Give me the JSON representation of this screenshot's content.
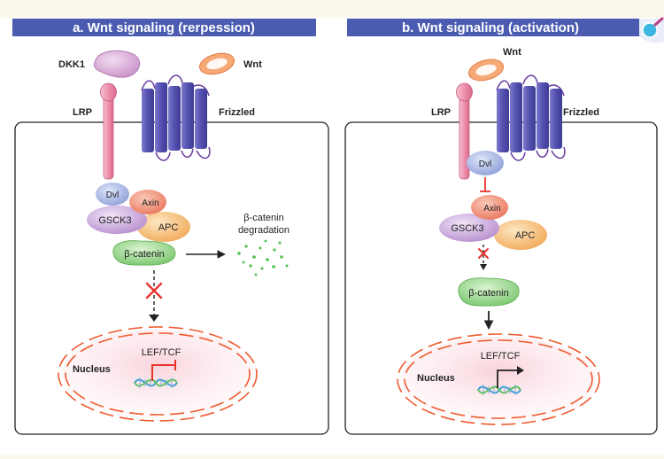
{
  "panel_a": {
    "title": "a. Wnt signaling (rerpession)",
    "dkk1": "DKK1",
    "wnt": "Wnt",
    "lrp": "LRP",
    "frizzled": "Frizzled",
    "dvl": "Dvl",
    "axin": "Axin",
    "gsck3": "GSCK3",
    "apc": "APC",
    "bcatenin": "β-catenin",
    "degradation_line1": "β-catenin",
    "degradation_line2": "degradation",
    "lef_tcf": "LEF/TCF",
    "nucleus": "Nucleus"
  },
  "panel_b": {
    "title": "b. Wnt signaling (activation)",
    "wnt": "Wnt",
    "lrp": "LRP",
    "frizzled": "Frizzled",
    "dvl": "Dvl",
    "axin": "Axin",
    "gsck3": "GSCK3",
    "apc": "APC",
    "bcatenin": "β-catenin",
    "lef_tcf": "LEF/TCF",
    "nucleus": "Nucleus"
  },
  "colors": {
    "banner": "#4a5bb0",
    "receptor": "#5c59b8",
    "lrp": "#f2a1b8",
    "wnt": "#f6a977",
    "dkk1": "#d9a4d8",
    "dvl": "#a4b4e2",
    "axin": "#ef8f7a",
    "gsck3": "#c4a4d8",
    "apc": "#f5c07a",
    "bcatenin": "#8fd384",
    "nucleus": "#ef5a2f",
    "inhibit": "#e8342d"
  },
  "icons": {
    "corner": "magnifier-icon"
  }
}
